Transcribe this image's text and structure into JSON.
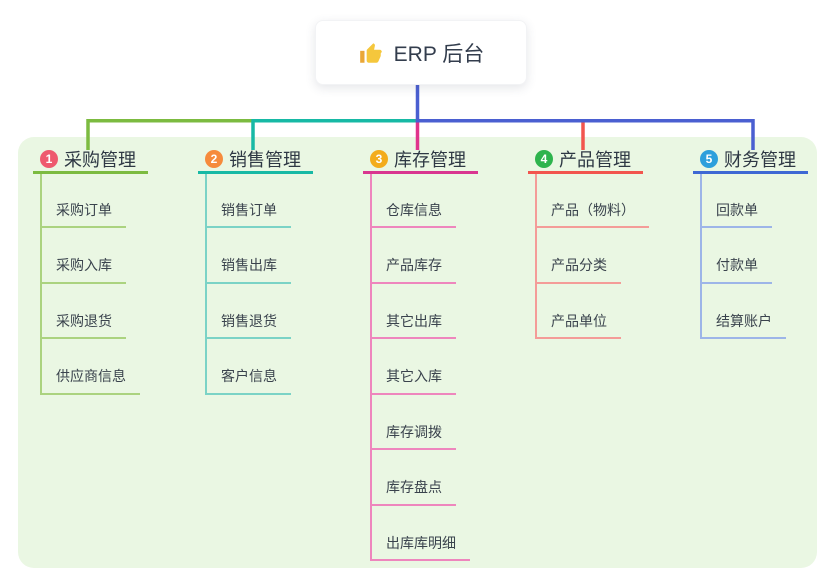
{
  "root": {
    "title": "ERP 后台",
    "icon": "thumbs-up-icon"
  },
  "colors": {
    "canvas_bg": "#ffffff",
    "panel_bg": "#eaf7e3",
    "connector": "#4a5fd1",
    "root_text": "#333d4d",
    "heading_text": "#2e3844",
    "leaf_text": "#3a434d",
    "thumb_yellow": "#f5c73c"
  },
  "branches": [
    {
      "index": "1",
      "title": "采购管理",
      "badge_color": "#ee5a6e",
      "line_color": "#7cbb40",
      "light_color": "#abd37f",
      "elbow_color": "#7cbb40",
      "children": [
        "采购订单",
        "采购入库",
        "采购退货",
        "供应商信息"
      ]
    },
    {
      "index": "2",
      "title": "销售管理",
      "badge_color": "#f68b3c",
      "line_color": "#17b9a5",
      "light_color": "#7bd3c6",
      "elbow_color": "#17b9a5",
      "children": [
        "销售订单",
        "销售出库",
        "销售退货",
        "客户信息"
      ]
    },
    {
      "index": "3",
      "title": "库存管理",
      "badge_color": "#f3ac1b",
      "line_color": "#d93690",
      "light_color": "#ee86bd",
      "elbow_color": "#e0338c",
      "children": [
        "仓库信息",
        "产品库存",
        "其它出库",
        "其它入库",
        "库存调拨",
        "库存盘点",
        "出库库明细"
      ]
    },
    {
      "index": "4",
      "title": "产品管理",
      "badge_color": "#2eb44d",
      "line_color": "#f2554e",
      "light_color": "#f49c98",
      "elbow_color": "#f2554e",
      "children": [
        "产品（物料）",
        "产品分类",
        "产品单位"
      ]
    },
    {
      "index": "5",
      "title": "财务管理",
      "badge_color": "#2d9fdc",
      "line_color": "#3e68d4",
      "light_color": "#9db5e8",
      "elbow_color": "#4a5fd1",
      "children": [
        "回款单",
        "付款单",
        "结算账户"
      ]
    }
  ]
}
